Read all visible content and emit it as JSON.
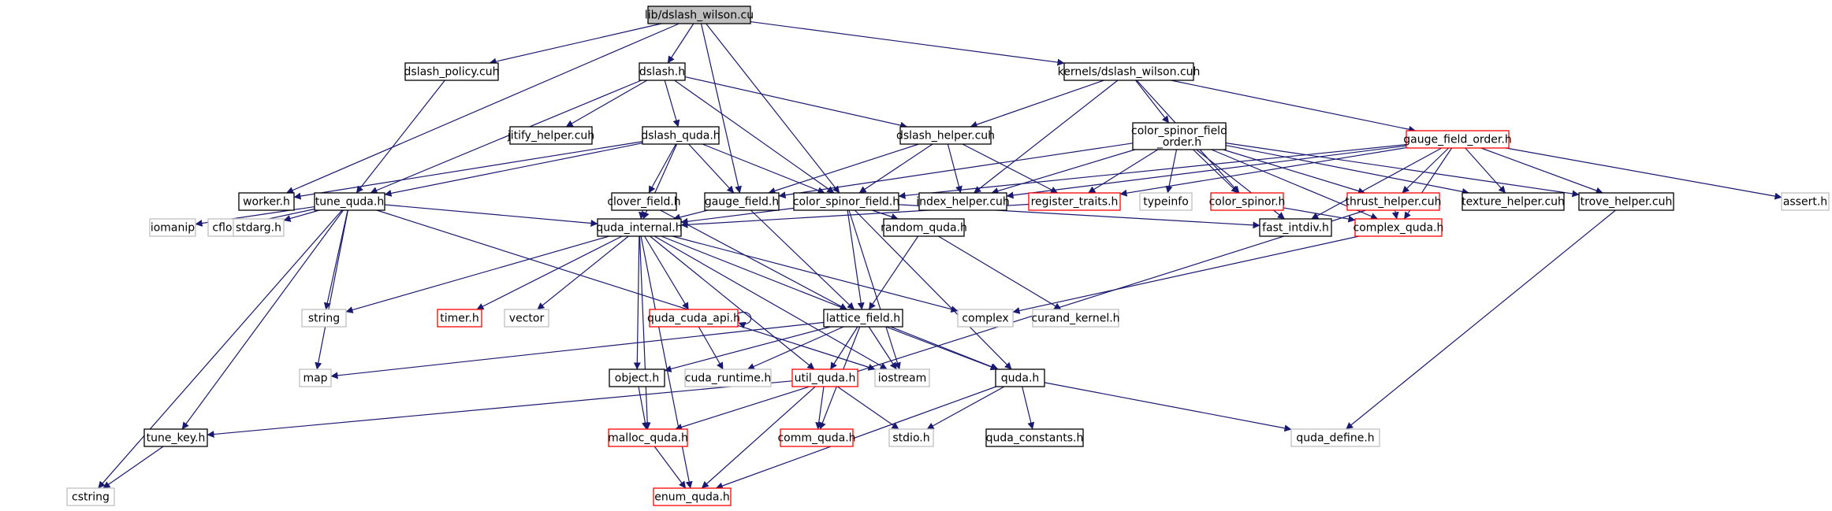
{
  "diagram": {
    "type": "include-dependency-graph",
    "root": "lib/dslash_wilson.cu",
    "nodes": [
      {
        "id": "root",
        "label": "lib/dslash_wilson.cu",
        "style": "root"
      },
      {
        "id": "dslash_policy",
        "label": "dslash_policy.cuh",
        "style": "doc"
      },
      {
        "id": "dslash_h",
        "label": "dslash.h",
        "style": "doc"
      },
      {
        "id": "kernels_dw",
        "label": "kernels/dslash_wilson.cuh",
        "style": "doc"
      },
      {
        "id": "jitify",
        "label": "jitify_helper.cuh",
        "style": "doc"
      },
      {
        "id": "dslash_quda",
        "label": "dslash_quda.h",
        "style": "doc"
      },
      {
        "id": "dslash_helper",
        "label": "dslash_helper.cuh",
        "style": "doc"
      },
      {
        "id": "csfo",
        "label": "color_spinor_field\n_order.h",
        "style": "doc"
      },
      {
        "id": "gfo",
        "label": "gauge_field_order.h",
        "style": "trunc"
      },
      {
        "id": "worker",
        "label": "worker.h",
        "style": "doc"
      },
      {
        "id": "tune_quda",
        "label": "tune_quda.h",
        "style": "doc"
      },
      {
        "id": "clover_field",
        "label": "clover_field.h",
        "style": "doc"
      },
      {
        "id": "gauge_field",
        "label": "gauge_field.h",
        "style": "doc"
      },
      {
        "id": "color_spinor_field",
        "label": "color_spinor_field.h",
        "style": "doc"
      },
      {
        "id": "index_helper",
        "label": "index_helper.cuh",
        "style": "doc"
      },
      {
        "id": "register_traits",
        "label": "register_traits.h",
        "style": "trunc"
      },
      {
        "id": "typeinfo",
        "label": "typeinfo",
        "style": "sys"
      },
      {
        "id": "color_spinor",
        "label": "color_spinor.h",
        "style": "trunc"
      },
      {
        "id": "thrust_helper",
        "label": "thrust_helper.cuh",
        "style": "trunc"
      },
      {
        "id": "texture_helper",
        "label": "texture_helper.cuh",
        "style": "doc"
      },
      {
        "id": "trove_helper",
        "label": "trove_helper.cuh",
        "style": "doc"
      },
      {
        "id": "assert",
        "label": "assert.h",
        "style": "sys"
      },
      {
        "id": "iomanip",
        "label": "iomanip",
        "style": "sys"
      },
      {
        "id": "cfloat",
        "label": "cfloat",
        "style": "sys"
      },
      {
        "id": "stdarg",
        "label": "stdarg.h",
        "style": "sys"
      },
      {
        "id": "quda_internal",
        "label": "quda_internal.h",
        "style": "doc"
      },
      {
        "id": "random_quda",
        "label": "random_quda.h",
        "style": "doc"
      },
      {
        "id": "fast_intdiv",
        "label": "fast_intdiv.h",
        "style": "doc"
      },
      {
        "id": "complex_quda",
        "label": "complex_quda.h",
        "style": "trunc"
      },
      {
        "id": "string",
        "label": "string",
        "style": "sys"
      },
      {
        "id": "timer",
        "label": "timer.h",
        "style": "trunc"
      },
      {
        "id": "vector",
        "label": "vector",
        "style": "sys"
      },
      {
        "id": "quda_cuda_api",
        "label": "quda_cuda_api.h",
        "style": "trunc"
      },
      {
        "id": "lattice_field",
        "label": "lattice_field.h",
        "style": "doc"
      },
      {
        "id": "complex",
        "label": "complex",
        "style": "sys"
      },
      {
        "id": "curand_kernel",
        "label": "curand_kernel.h",
        "style": "sys"
      },
      {
        "id": "map",
        "label": "map",
        "style": "sys"
      },
      {
        "id": "object",
        "label": "object.h",
        "style": "doc"
      },
      {
        "id": "cuda_runtime",
        "label": "cuda_runtime.h",
        "style": "sys"
      },
      {
        "id": "util_quda",
        "label": "util_quda.h",
        "style": "trunc"
      },
      {
        "id": "iostream",
        "label": "iostream",
        "style": "sys"
      },
      {
        "id": "quda_h",
        "label": "quda.h",
        "style": "doc"
      },
      {
        "id": "tune_key",
        "label": "tune_key.h",
        "style": "doc"
      },
      {
        "id": "malloc_quda",
        "label": "malloc_quda.h",
        "style": "trunc"
      },
      {
        "id": "comm_quda",
        "label": "comm_quda.h",
        "style": "trunc"
      },
      {
        "id": "stdio",
        "label": "stdio.h",
        "style": "sys"
      },
      {
        "id": "quda_constants",
        "label": "quda_constants.h",
        "style": "doc"
      },
      {
        "id": "quda_define",
        "label": "quda_define.h",
        "style": "sys"
      },
      {
        "id": "cstring",
        "label": "cstring",
        "style": "sys"
      },
      {
        "id": "enum_quda",
        "label": "enum_quda.h",
        "style": "trunc"
      }
    ],
    "edges": [
      [
        "root",
        "dslash_policy"
      ],
      [
        "root",
        "dslash_h"
      ],
      [
        "root",
        "kernels_dw"
      ],
      [
        "root",
        "worker"
      ],
      [
        "root",
        "gauge_field"
      ],
      [
        "root",
        "color_spinor_field"
      ],
      [
        "dslash_policy",
        "tune_quda"
      ],
      [
        "dslash_h",
        "jitify"
      ],
      [
        "dslash_h",
        "dslash_quda"
      ],
      [
        "dslash_h",
        "dslash_helper"
      ],
      [
        "dslash_h",
        "tune_quda"
      ],
      [
        "dslash_h",
        "color_spinor_field"
      ],
      [
        "kernels_dw",
        "dslash_helper"
      ],
      [
        "kernels_dw",
        "csfo"
      ],
      [
        "kernels_dw",
        "gfo"
      ],
      [
        "kernels_dw",
        "index_helper"
      ],
      [
        "kernels_dw",
        "color_spinor"
      ],
      [
        "dslash_quda",
        "worker"
      ],
      [
        "dslash_quda",
        "tune_quda"
      ],
      [
        "dslash_quda",
        "clover_field"
      ],
      [
        "dslash_quda",
        "gauge_field"
      ],
      [
        "dslash_quda",
        "color_spinor_field"
      ],
      [
        "dslash_quda",
        "quda_internal"
      ],
      [
        "dslash_helper",
        "gauge_field"
      ],
      [
        "dslash_helper",
        "color_spinor_field"
      ],
      [
        "dslash_helper",
        "index_helper"
      ],
      [
        "dslash_helper",
        "register_traits"
      ],
      [
        "csfo",
        "gauge_field"
      ],
      [
        "csfo",
        "index_helper"
      ],
      [
        "csfo",
        "register_traits"
      ],
      [
        "csfo",
        "typeinfo"
      ],
      [
        "csfo",
        "color_spinor"
      ],
      [
        "csfo",
        "thrust_helper"
      ],
      [
        "csfo",
        "texture_helper"
      ],
      [
        "csfo",
        "trove_helper"
      ],
      [
        "csfo",
        "complex_quda"
      ],
      [
        "csfo",
        "fast_intdiv"
      ],
      [
        "gfo",
        "color_spinor_field"
      ],
      [
        "gfo",
        "index_helper"
      ],
      [
        "gfo",
        "register_traits"
      ],
      [
        "gfo",
        "thrust_helper"
      ],
      [
        "gfo",
        "texture_helper"
      ],
      [
        "gfo",
        "trove_helper"
      ],
      [
        "gfo",
        "assert"
      ],
      [
        "gfo",
        "complex_quda"
      ],
      [
        "gfo",
        "fast_intdiv"
      ],
      [
        "tune_quda",
        "iomanip"
      ],
      [
        "tune_quda",
        "cfloat"
      ],
      [
        "tune_quda",
        "stdarg"
      ],
      [
        "tune_quda",
        "quda_internal"
      ],
      [
        "tune_quda",
        "string"
      ],
      [
        "tune_quda",
        "map"
      ],
      [
        "tune_quda",
        "tune_key"
      ],
      [
        "tune_quda",
        "cstring"
      ],
      [
        "tune_quda",
        "iostream"
      ],
      [
        "clover_field",
        "quda_internal"
      ],
      [
        "clover_field",
        "lattice_field"
      ],
      [
        "gauge_field",
        "quda_internal"
      ],
      [
        "gauge_field",
        "lattice_field"
      ],
      [
        "color_spinor_field",
        "quda_internal"
      ],
      [
        "color_spinor_field",
        "random_quda"
      ],
      [
        "color_spinor_field",
        "lattice_field"
      ],
      [
        "color_spinor_field",
        "fast_intdiv"
      ],
      [
        "color_spinor_field",
        "quda_h"
      ],
      [
        "color_spinor_field",
        "iostream"
      ],
      [
        "register_traits",
        "quda_internal"
      ],
      [
        "color_spinor",
        "complex_quda"
      ],
      [
        "thrust_helper",
        "complex_quda"
      ],
      [
        "thrust_helper",
        "malloc_quda"
      ],
      [
        "trove_helper",
        "quda_define"
      ],
      [
        "quda_internal",
        "string"
      ],
      [
        "quda_internal",
        "timer"
      ],
      [
        "quda_internal",
        "vector"
      ],
      [
        "quda_internal",
        "quda_cuda_api"
      ],
      [
        "quda_internal",
        "complex"
      ],
      [
        "quda_internal",
        "object"
      ],
      [
        "quda_internal",
        "util_quda"
      ],
      [
        "quda_internal",
        "malloc_quda"
      ],
      [
        "quda_internal",
        "enum_quda"
      ],
      [
        "quda_internal",
        "quda_h"
      ],
      [
        "quda_internal",
        "iostream"
      ],
      [
        "random_quda",
        "lattice_field"
      ],
      [
        "random_quda",
        "curand_kernel"
      ],
      [
        "complex_quda",
        "complex"
      ],
      [
        "quda_cuda_api",
        "quda_cuda_api"
      ],
      [
        "quda_cuda_api",
        "cuda_runtime"
      ],
      [
        "lattice_field",
        "map"
      ],
      [
        "lattice_field",
        "object"
      ],
      [
        "lattice_field",
        "cuda_runtime"
      ],
      [
        "lattice_field",
        "util_quda"
      ],
      [
        "lattice_field",
        "iostream"
      ],
      [
        "lattice_field",
        "quda_h"
      ],
      [
        "lattice_field",
        "comm_quda"
      ],
      [
        "object",
        "malloc_quda"
      ],
      [
        "util_quda",
        "tune_key"
      ],
      [
        "util_quda",
        "comm_quda"
      ],
      [
        "util_quda",
        "stdio"
      ],
      [
        "util_quda",
        "enum_quda"
      ],
      [
        "quda_h",
        "stdio"
      ],
      [
        "quda_h",
        "quda_constants"
      ],
      [
        "quda_h",
        "quda_define"
      ],
      [
        "quda_h",
        "enum_quda"
      ],
      [
        "malloc_quda",
        "enum_quda"
      ],
      [
        "tune_key",
        "cstring"
      ]
    ],
    "colors": {
      "edge": "#191970",
      "root_fill": "#bfbfbf",
      "doc_border": "#000000",
      "trunc_border": "#ff0000",
      "sys_border": "#bfbfbf",
      "text": "#000000"
    }
  }
}
